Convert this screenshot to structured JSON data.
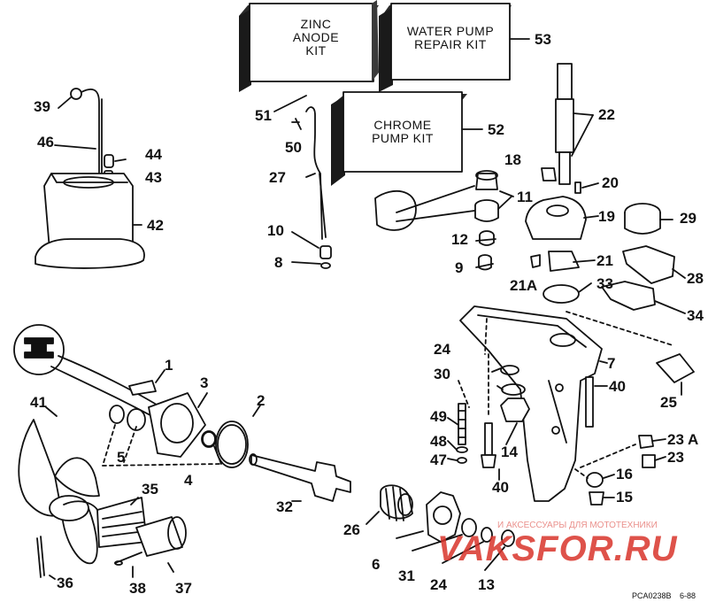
{
  "kits": [
    {
      "name": "Zinc Anode Kit",
      "text": "ZINC\nANODE\nKIT",
      "number": "51"
    },
    {
      "name": "Water Pump Repair Kit",
      "text": "WATER PUMP\nREPAIR KIT",
      "number": "53"
    },
    {
      "name": "Chrome Pump Kit",
      "text": "CHROME\nPUMP KIT",
      "number": "52"
    }
  ],
  "callouts": [
    "39",
    "46",
    "44",
    "43",
    "42",
    "50",
    "27",
    "10",
    "8",
    "22",
    "18",
    "20",
    "11",
    "19",
    "29",
    "12",
    "9",
    "21",
    "21A",
    "33",
    "28",
    "34",
    "24",
    "7",
    "30",
    "40",
    "25",
    "49",
    "14",
    "48",
    "47",
    "40",
    "23 A",
    "23",
    "16",
    "15",
    "1",
    "3",
    "2",
    "41",
    "5",
    "4",
    "32",
    "35",
    "26",
    "6",
    "31",
    "24",
    "13",
    "36",
    "38",
    "37"
  ],
  "watermark": {
    "tagline": "И АКСЕССУАРЫ ДЛЯ МОТОТЕХНИКИ",
    "site": "VAKSFOR.RU",
    "color": "#d9342b"
  },
  "footer_code": {
    "left": "PCA0238B",
    "right": "6-88"
  }
}
